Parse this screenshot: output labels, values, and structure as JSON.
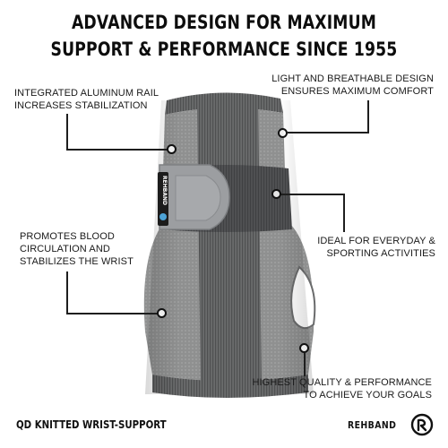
{
  "headline": {
    "line1": "ADVANCED DESIGN FOR MAXIMUM",
    "line2": "SUPPORT & PERFORMANCE SINCE 1955"
  },
  "callouts": {
    "aluminum_rail": [
      "INTEGRATED ALUMINUM RAIL",
      "INCREASES STABILIZATION"
    ],
    "breathable": [
      "LIGHT AND BREATHABLE DESIGN",
      "ENSURES MAXIMUM COMFORT"
    ],
    "blood_circulation": [
      "PROMOTES BLOOD",
      "CIRCULATION AND",
      "STABILIZES THE WRIST"
    ],
    "everyday": [
      "IDEAL FOR EVERYDAY &",
      "SPORTING ACTIVITIES"
    ],
    "quality": [
      "HIGHEST QUALITY & PERFORMANCE",
      "TO ACHIEVE YOUR GOALS"
    ]
  },
  "product": {
    "strap_label": "REHBAND",
    "colors": {
      "body": "#8e8f8f",
      "rib": "#5a5b5c",
      "strap": "#9a9c9f",
      "band": "#4d4e50"
    }
  },
  "footer": {
    "product_name": "QD KNITTED WRIST-SUPPORT",
    "brand_name": "REHBAND",
    "brand_logo_icon": "rehband-logo-icon"
  }
}
